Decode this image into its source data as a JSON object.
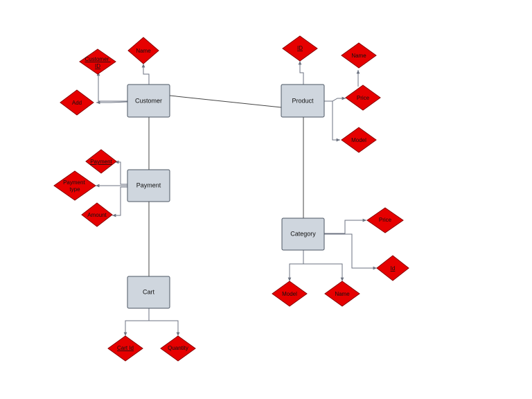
{
  "diagram": {
    "entities": {
      "customer": "Customer",
      "product": "Product",
      "payment": "Payment",
      "cart": "Cart",
      "category": "Category"
    },
    "attributes": {
      "customer_name": "Name",
      "customer_id": [
        "Customer",
        "ID"
      ],
      "customer_add": "Add",
      "product_id": "ID",
      "product_name": "Name",
      "product_price": "Price",
      "product_model": "Model",
      "payment_payment": "Payment",
      "payment_type": [
        "Payment",
        "type"
      ],
      "payment_amount": "Amount",
      "cart_id": "Cart Id",
      "cart_quantity": "Quantity",
      "category_price": "Price",
      "category_id": "Id",
      "category_model": "Model",
      "category_name": "Name"
    }
  }
}
